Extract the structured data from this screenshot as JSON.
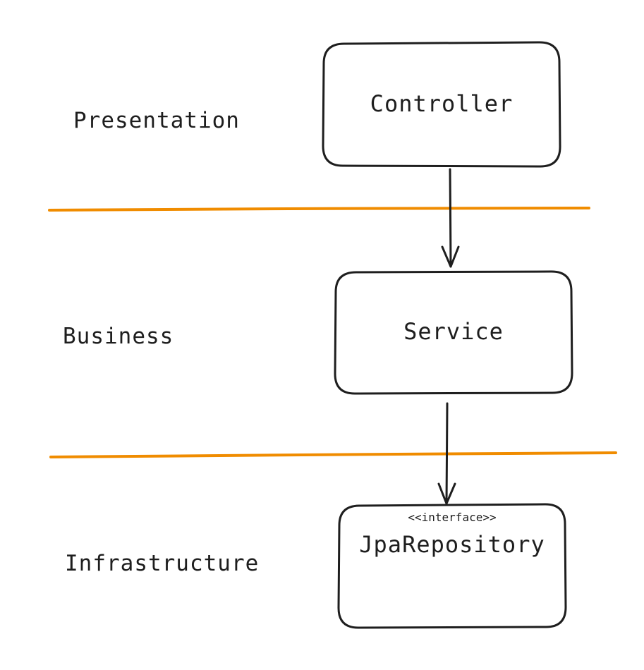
{
  "layers": [
    {
      "id": "presentation",
      "label": "Presentation"
    },
    {
      "id": "business",
      "label": "Business"
    },
    {
      "id": "infrastructure",
      "label": "Infrastructure"
    }
  ],
  "components": {
    "controller": {
      "title": "Controller"
    },
    "service": {
      "title": "Service"
    },
    "repository": {
      "stereotype": "<<interface>>",
      "title": "JpaRepository"
    }
  },
  "connections": [
    {
      "from": "Controller",
      "to": "Service"
    },
    {
      "from": "Service",
      "to": "JpaRepository"
    }
  ],
  "colors": {
    "divider": "#f08c00",
    "stroke": "#1e1e1e",
    "background": "#ffffff"
  }
}
